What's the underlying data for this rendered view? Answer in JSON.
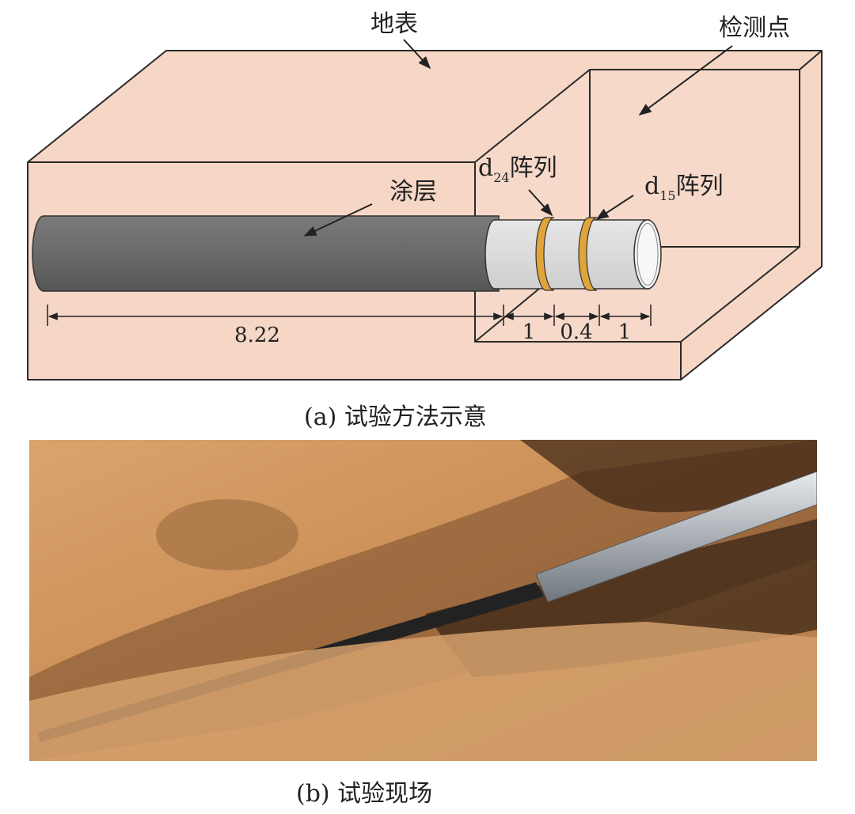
{
  "diagram": {
    "labels": {
      "surface": "地表",
      "detection_point": "检测点",
      "coating": "涂层",
      "d24_base": "d",
      "d24_sub": "24",
      "d24_suffix": "阵列",
      "d15_base": "d",
      "d15_sub": "15",
      "d15_suffix": "阵列"
    },
    "dimensions": [
      "8.22",
      "1",
      "0.4",
      "1"
    ],
    "colors": {
      "soil_box": "#f6d6c4",
      "coating": "#6e6e6e",
      "pipe": "#dcdcdc",
      "ring": "#e0a43a",
      "line": "#2a2a2a"
    }
  },
  "captions": {
    "a": "(a) 试验方法示意",
    "b": "(b) 试验现场"
  }
}
